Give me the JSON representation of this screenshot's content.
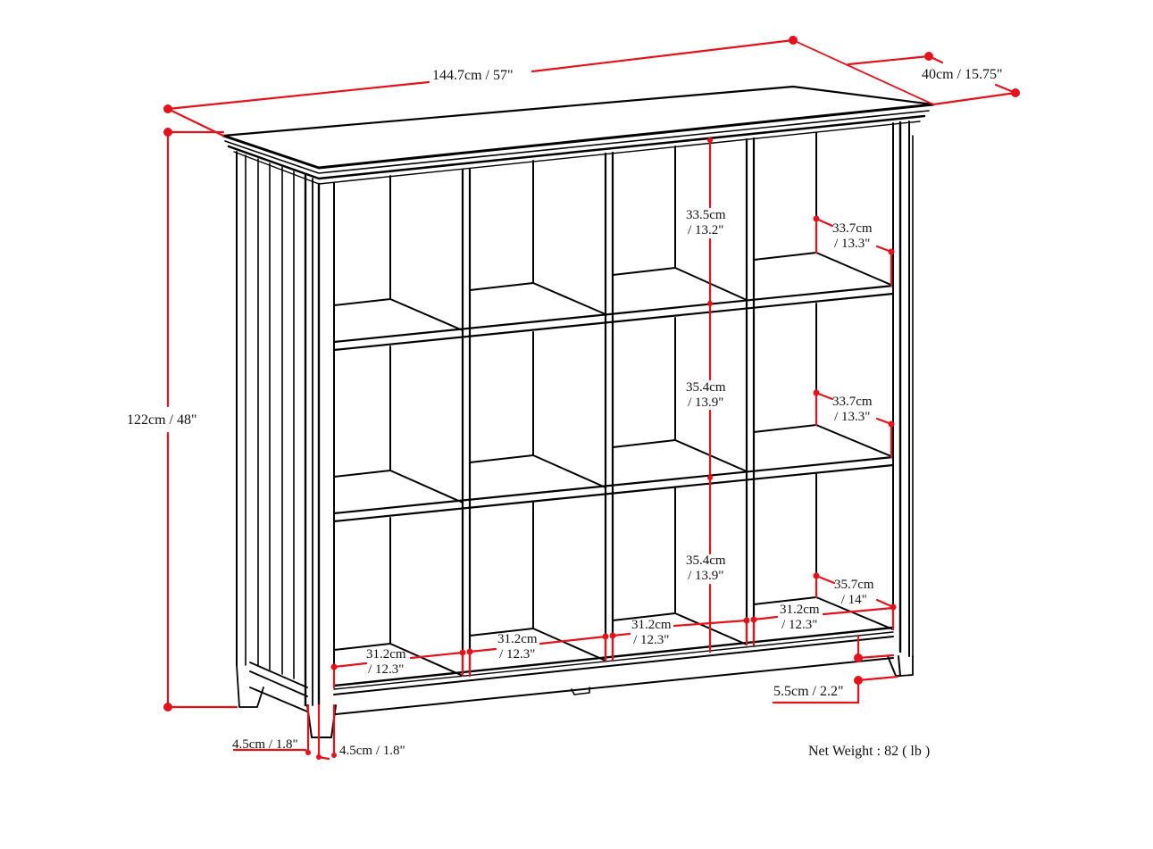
{
  "diagram": {
    "title": "Bookcase dimension diagram",
    "subject": "12-cube storage bookcase (3 rows x 4 columns)",
    "accent_color": "#e3121b",
    "line_color": "#000000",
    "background": "#ffffff"
  },
  "dimensions": {
    "overall_width": "144.7cm / 57\"",
    "overall_depth": "40cm / 15.75\"",
    "overall_height": "122cm / 48\"",
    "leg_width_left": "4.5cm / 1.8\"",
    "leg_width_right": "4.5cm / 1.8\"",
    "base_clearance": "5.5cm / 2.2\""
  },
  "cubby_heights": [
    {
      "row": "top",
      "cm": "33.5cm",
      "in": "/ 13.2\""
    },
    {
      "row": "middle",
      "cm": "35.4cm",
      "in": "/ 13.9\""
    },
    {
      "row": "bottom",
      "cm": "35.4cm",
      "in": "/ 13.9\""
    }
  ],
  "cubby_depths": [
    {
      "row": "top",
      "cm": "33.7cm",
      "in": "/ 13.3\""
    },
    {
      "row": "middle",
      "cm": "33.7cm",
      "in": "/ 13.3\""
    },
    {
      "row": "bottom",
      "cm": "35.7cm",
      "in": "/ 14\""
    }
  ],
  "cubby_widths": [
    {
      "column": 1,
      "cm": "31.2cm",
      "in": "/ 12.3\""
    },
    {
      "column": 2,
      "cm": "31.2cm",
      "in": "/ 12.3\""
    },
    {
      "column": 3,
      "cm": "31.2cm",
      "in": "/ 12.3\""
    },
    {
      "column": 4,
      "cm": "31.2cm",
      "in": "/ 12.3\""
    }
  ],
  "net_weight": "Net Weight : 82 ( lb )"
}
